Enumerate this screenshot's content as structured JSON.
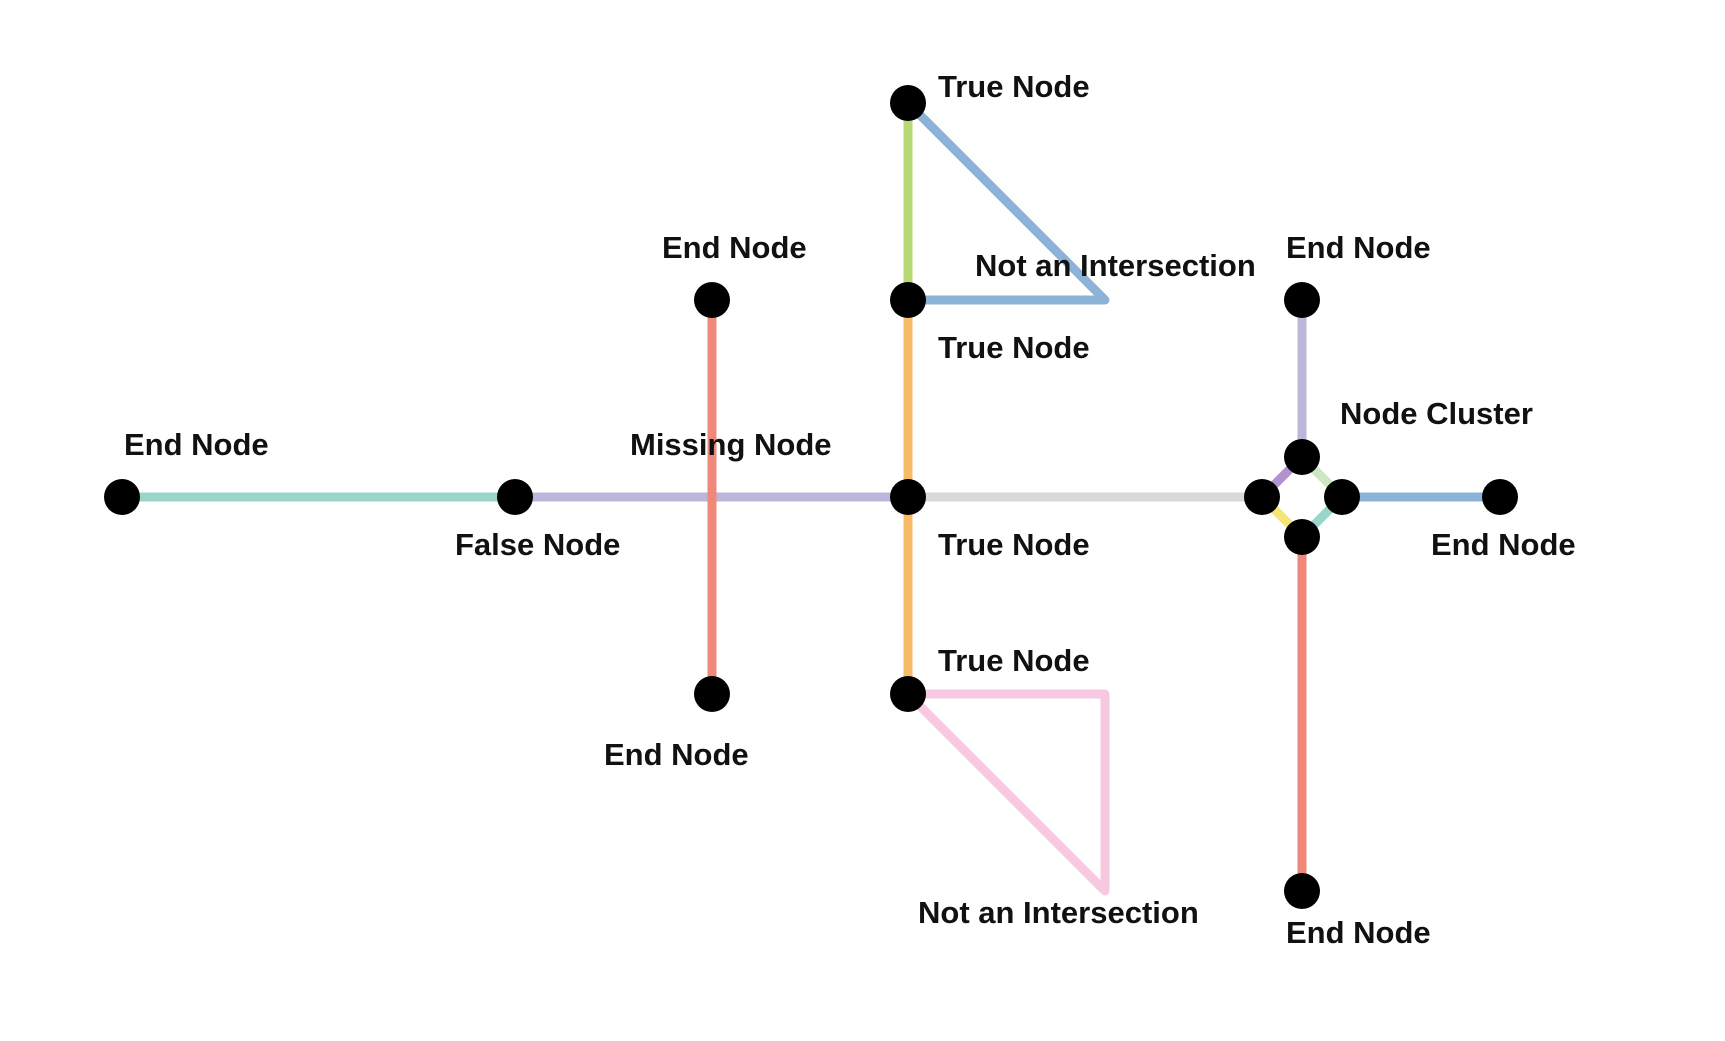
{
  "colors": {
    "teal": "#99d5c9",
    "lavender": "#bdb5da",
    "red": "#ef8878",
    "green": "#b6da76",
    "blue": "#8bb3d8",
    "orange": "#f8bb67",
    "gray": "#d9d9d9",
    "pink": "#f6c9e1",
    "purple": "#b391cc",
    "light_green": "#cce7c2",
    "yellow": "#f6e477",
    "light_teal": "#99d5c9",
    "node": "#000000"
  },
  "labels": {
    "true_node_top": "True Node",
    "not_intersection_top": "Not an Intersection",
    "true_node_upper": "True Node",
    "end_node_upper_mid": "End Node",
    "end_node_upper_right": "End Node",
    "node_cluster": "Node Cluster",
    "end_node_left": "End Node",
    "missing_node": "Missing Node",
    "false_node": "False Node",
    "true_node_center": "True Node",
    "end_node_right": "End Node",
    "true_node_lower": "True Node",
    "end_node_lower_mid": "End Node",
    "not_intersection_bottom": "Not an Intersection",
    "end_node_bottom_right": "End Node"
  }
}
